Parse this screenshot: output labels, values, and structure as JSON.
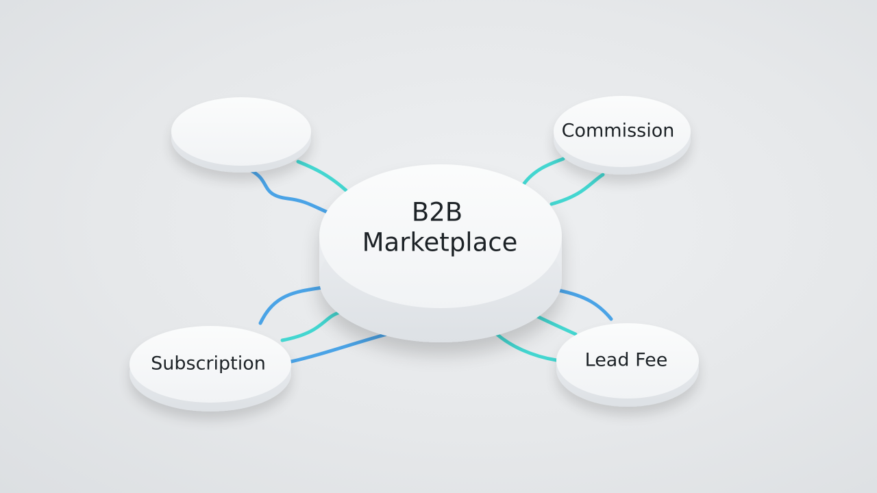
{
  "diagram": {
    "center": {
      "line1": "B2B",
      "line2": "Marketplace"
    },
    "nodes": {
      "top_left": {
        "label": ""
      },
      "top_right": {
        "label": "Commission"
      },
      "bottom_left": {
        "label": "Subscription"
      },
      "bottom_right": {
        "label": "Lead Fee"
      }
    },
    "colors": {
      "connector_blue": "#4aa3e6",
      "connector_teal": "#43d6d0",
      "node_face": "#f7f8f9",
      "node_side": "#e4e7ea",
      "text": "#1f2328"
    }
  }
}
